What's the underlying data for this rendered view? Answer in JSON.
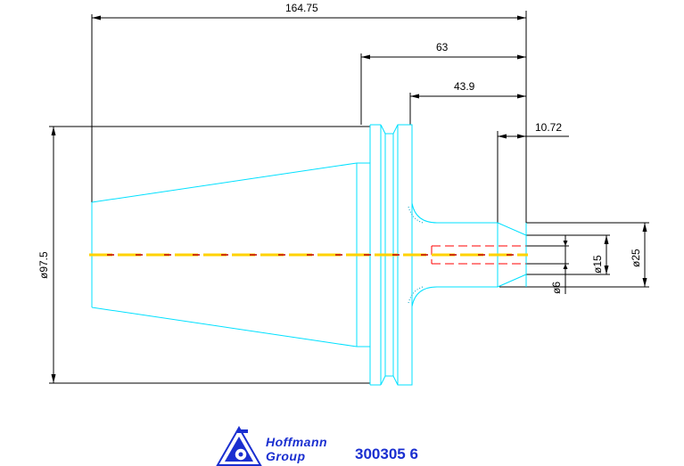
{
  "dimensions": {
    "overall_length": "164.75",
    "shank_length": "63",
    "neck_length": "43.9",
    "tip_length": "10.72",
    "body_diameter": "ø97.5",
    "diameter_15": "ø15",
    "diameter_25": "ø25",
    "diameter_6": "ø6"
  },
  "logo": {
    "word1": "Hoffmann",
    "word2": "Group"
  },
  "part_number": "300305 6",
  "colors": {
    "dimension_line": "#000000",
    "outline": "#00e0ff",
    "centerline_yellow": "#ffd200",
    "centerline_red": "#c00000",
    "bore": "#ff0000",
    "brand": "#1a2fd0"
  }
}
